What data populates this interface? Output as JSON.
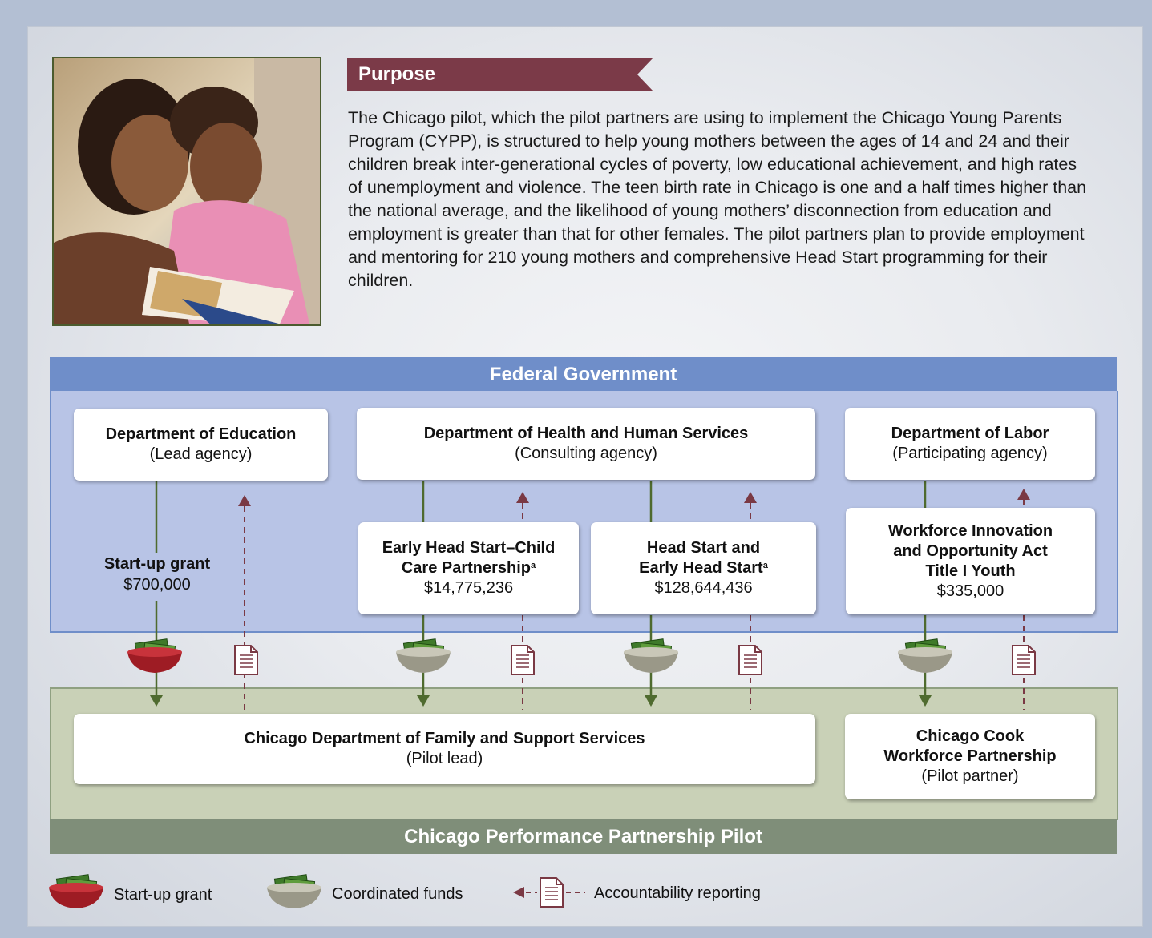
{
  "purpose": {
    "title": "Purpose",
    "text": "The Chicago pilot, which the pilot partners are using to implement the Chicago Young Parents Program (CYPP), is structured to help young mothers between the ages of 14 and 24 and their children break inter-generational cycles of poverty, low educational achievement, and high rates of unemployment and violence. The teen birth rate in Chicago is one and a half times higher than the national average, and the likelihood of young mothers’ disconnection from education and employment is greater than that for other females. The pilot partners plan to provide employment and mentoring for 210 young mothers and comprehensive Head Start programming for their children."
  },
  "federal": {
    "header": "Federal Government",
    "education": {
      "title": "Department of Education",
      "role": "(Lead agency)"
    },
    "hhs": {
      "title": "Department of Health and Human Services",
      "role": "(Consulting agency)"
    },
    "labor": {
      "title": "Department of Labor",
      "role": "(Participating agency)"
    }
  },
  "funds": {
    "startup": {
      "title": "Start-up grant",
      "amount": "$700,000"
    },
    "ehs_ccp": {
      "title_line1": "Early Head Start–Child",
      "title_line2": "Care Partnership",
      "note": "a",
      "amount": "$14,775,236"
    },
    "hs_ehs": {
      "title_line1": "Head Start and",
      "title_line2": "Early Head Start",
      "note": "a",
      "amount": "$128,644,436"
    },
    "wioa": {
      "title_line1": "Workforce Innovation",
      "title_line2": "and Opportunity Act",
      "title_line3": "Title I Youth",
      "amount": "$335,000"
    }
  },
  "pilot": {
    "footer": "Chicago Performance Partnership Pilot",
    "lead": {
      "title": "Chicago Department of Family and Support Services",
      "role": "(Pilot lead)"
    },
    "partner": {
      "title_line1": "Chicago Cook",
      "title_line2": "Workforce Partnership",
      "role": "(Pilot partner)"
    }
  },
  "legend": {
    "startup": "Start-up grant",
    "coordinated": "Coordinated funds",
    "accountability": "Accountability reporting"
  },
  "colors": {
    "fund_line": "#4f6b2f",
    "report_line": "#7a3944",
    "startup_bowl": "#9e1c24",
    "coordinated_bowl": "#9a9888",
    "fed_blue": "#6f8ec9",
    "purpose_banner": "#7b3a48"
  },
  "icons": [
    "money-bowl-icon",
    "document-icon",
    "arrow-icon"
  ]
}
